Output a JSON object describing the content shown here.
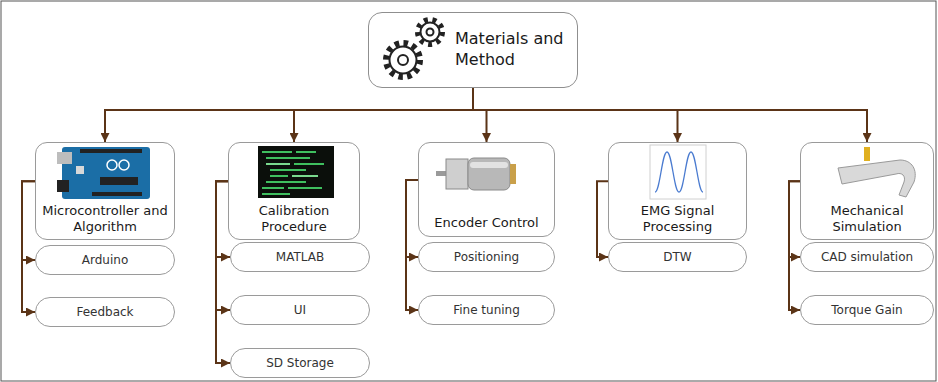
{
  "diagram": {
    "nodes": [
      {
        "text": [
          "Materials and Method"
        ]
      },
      {
        "text": [
          "Microcontroller and Algorithm"
        ]
      },
      {
        "text": [
          "Arduino"
        ]
      },
      {
        "text": [
          "Feedback"
        ]
      },
      {
        "text": [
          "Calibration Procedure"
        ]
      },
      {
        "text": [
          "MATLAB"
        ]
      },
      {
        "text": [
          "UI"
        ]
      },
      {
        "text": [
          "SD Storage"
        ]
      },
      {
        "text": [
          "Encoder Control"
        ]
      },
      {
        "text": [
          "Positioning"
        ]
      },
      {
        "text": [
          "Fine tuning"
        ]
      },
      {
        "text": [
          "EMG Signal Processing"
        ]
      },
      {
        "text": [
          "DTW"
        ]
      },
      {
        "text": [
          "Mechanical Simulation"
        ]
      },
      {
        "text": [
          "CAD simulation"
        ]
      },
      {
        "text": [
          "Torque Gain"
        ]
      }
    ],
    "edges": [
      {
        "from": 0,
        "to": 1,
        "arrow": "to"
      },
      {
        "from": 0,
        "to": 4,
        "arrow": "to"
      },
      {
        "from": 0,
        "to": 8,
        "arrow": "to"
      },
      {
        "from": 0,
        "to": 11,
        "arrow": "to"
      },
      {
        "from": 0,
        "to": 13,
        "arrow": "to"
      },
      {
        "from": 1,
        "to": 2,
        "arrow": "to"
      },
      {
        "from": 1,
        "to": 3,
        "arrow": "to"
      },
      {
        "from": 4,
        "to": 5,
        "arrow": "to"
      },
      {
        "from": 4,
        "to": 6,
        "arrow": "to"
      },
      {
        "from": 4,
        "to": 7,
        "arrow": "to"
      },
      {
        "from": 8,
        "to": 9,
        "arrow": "to"
      },
      {
        "from": 8,
        "to": 10,
        "arrow": "to"
      },
      {
        "from": 11,
        "to": 12,
        "arrow": "to"
      },
      {
        "from": 13,
        "to": 14,
        "arrow": "to"
      },
      {
        "from": 13,
        "to": 15,
        "arrow": "to"
      }
    ]
  }
}
